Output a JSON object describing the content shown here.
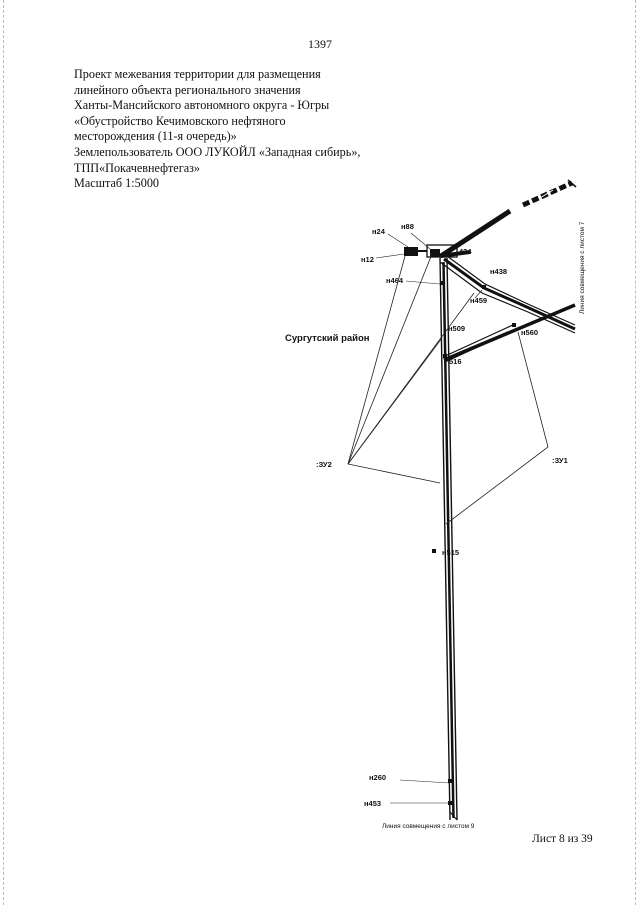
{
  "page_number": "1397",
  "title_lines": [
    "Проект межевания территории для размещения",
    "линейного объекта регионального значения",
    "Ханты-Мансийского автономного округа - Югры",
    "«Обустройство Кечимовского нефтяного",
    "месторождения (11-я очередь)»",
    "Землепользователь ООО ЛУКОЙЛ «Западная сибирь»,",
    "ТПП«Покачевнефтегаз»",
    "Масштаб 1:5000"
  ],
  "map": {
    "region_label": "Сургутский район",
    "parcel_labels": {
      "zu1": ":ЗУ1",
      "zu2": ":ЗУ2"
    },
    "points": {
      "n24": "н24",
      "n88": "н88",
      "n12": "н12",
      "p434": "434",
      "n438": "н438",
      "n464": "н464",
      "n459": "н459",
      "n509": "н509",
      "n560": "н560",
      "p516": "516",
      "n515": "н515",
      "n260": "н260",
      "n453": "н453"
    },
    "match_line_right": "Линия совмещения с листом 7",
    "match_line_bottom": "Линия совмещения с листом 9"
  },
  "sheet_label": "Лист 8 из 39"
}
